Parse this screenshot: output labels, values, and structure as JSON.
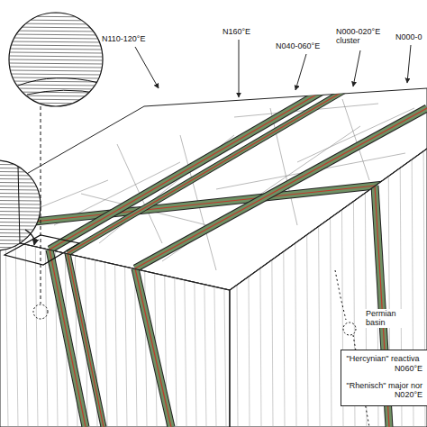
{
  "diagram": {
    "nodes": [
      {
        "text": [
          "\"Hercynian\" reactiva",
          "N060°E",
          "\"Rhenisch\" major nor",
          "N020°E"
        ]
      }
    ],
    "labels": [
      "N110-120°E",
      "N160°E",
      "N040-060°E",
      "N000-020°E cluster",
      "N000-0",
      "Permian basin"
    ]
  }
}
